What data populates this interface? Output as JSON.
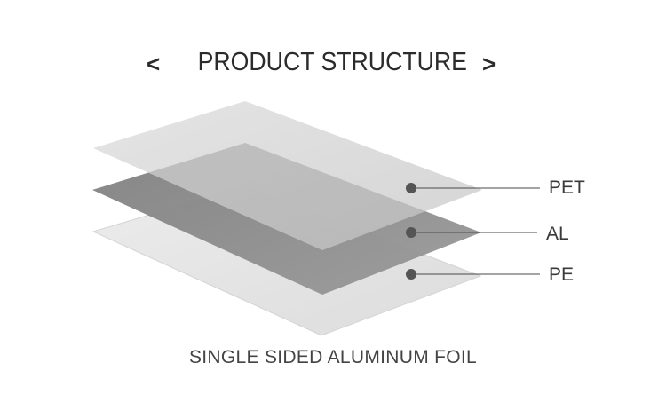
{
  "header": {
    "title": "PRODUCT STRUCTURE",
    "prev_arrow": "<",
    "next_arrow": ">"
  },
  "layers": [
    {
      "key": "pet",
      "label": "PET",
      "color": "#cbcbcb"
    },
    {
      "key": "al",
      "label": "AL",
      "color": "#8e8e8e"
    },
    {
      "key": "pe",
      "label": "PE",
      "color": "#e2e2e2"
    }
  ],
  "caption": "SINGLE SIDED ALUMINUM FOIL",
  "colors": {
    "text": "#2b2b2b",
    "marker": "#555555",
    "leader_line": "#4a4a4a"
  }
}
